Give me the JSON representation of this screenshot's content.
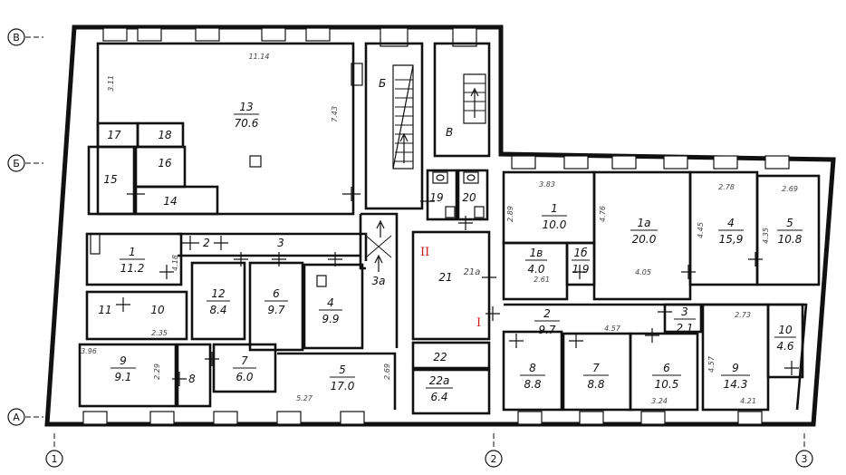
{
  "axes": {
    "rows": [
      "В",
      "Б",
      "А"
    ],
    "cols": [
      "1",
      "2",
      "3"
    ]
  },
  "stairs": {
    "b": "Б",
    "v": "В"
  },
  "sections": {
    "s2": "II",
    "s1": "I"
  },
  "rooms": {
    "r13": {
      "no": "13",
      "area": "70.6"
    },
    "r17": {
      "no": "17"
    },
    "r18": {
      "no": "18"
    },
    "r16": {
      "no": "16"
    },
    "r15": {
      "no": "15"
    },
    "r14": {
      "no": "14"
    },
    "r19": {
      "no": "19"
    },
    "r20": {
      "no": "20"
    },
    "l1": {
      "no": "1",
      "area": "11.2"
    },
    "l2": {
      "no": "2"
    },
    "l3": {
      "no": "3"
    },
    "l3a": {
      "no": "3а"
    },
    "l12": {
      "no": "12",
      "area": "8.4"
    },
    "l6": {
      "no": "6",
      "area": "9.7"
    },
    "l4": {
      "no": "4",
      "area": "9.9"
    },
    "l11": {
      "no": "11"
    },
    "l10": {
      "no": "10"
    },
    "l9": {
      "no": "9",
      "area": "9.1"
    },
    "l8": {
      "no": "8"
    },
    "l7": {
      "no": "7",
      "area": "6.0"
    },
    "l5": {
      "no": "5",
      "area": "17.0"
    },
    "r21": {
      "no": "21"
    },
    "r21a": {
      "no": "21а"
    },
    "r22": {
      "no": "22"
    },
    "r22a": {
      "no": "22а",
      "area": "6.4"
    },
    "e1": {
      "no": "1",
      "area": "10.0"
    },
    "e1v": {
      "no": "1в",
      "area": "4.0"
    },
    "e1b": {
      "no": "1б",
      "area": "1.9"
    },
    "e1a": {
      "no": "1а",
      "area": "20.0"
    },
    "e4": {
      "no": "4",
      "area": "15,9"
    },
    "e5": {
      "no": "5",
      "area": "10.8"
    },
    "e2": {
      "no": "2",
      "area": "9.7"
    },
    "e3": {
      "no": "3",
      "area": "2.1"
    },
    "e10": {
      "no": "10",
      "area": "4.6"
    },
    "e8": {
      "no": "8",
      "area": "8.8"
    },
    "e7": {
      "no": "7",
      "area": "8.8"
    },
    "e6": {
      "no": "6",
      "area": "10.5"
    },
    "e9": {
      "no": "9",
      "area": "14.3"
    }
  },
  "dims": {
    "d1114": "11.14",
    "d311": "3.11",
    "d743": "7.43",
    "d418": "4.18",
    "d235": "2.35",
    "d396": "3.96",
    "d229": "2.29",
    "d527": "5.27",
    "d269a": "2.69",
    "d383": "3.83",
    "d289": "2.89",
    "d476": "4.76",
    "d278": "2.78",
    "d269b": "2.69",
    "d445": "4.45",
    "d435": "4.35",
    "d261": "2.61",
    "d405": "4.05",
    "d457a": "4.57",
    "d273": "2.73",
    "d457b": "4.57",
    "d324": "3.24",
    "d421": "4.21"
  }
}
